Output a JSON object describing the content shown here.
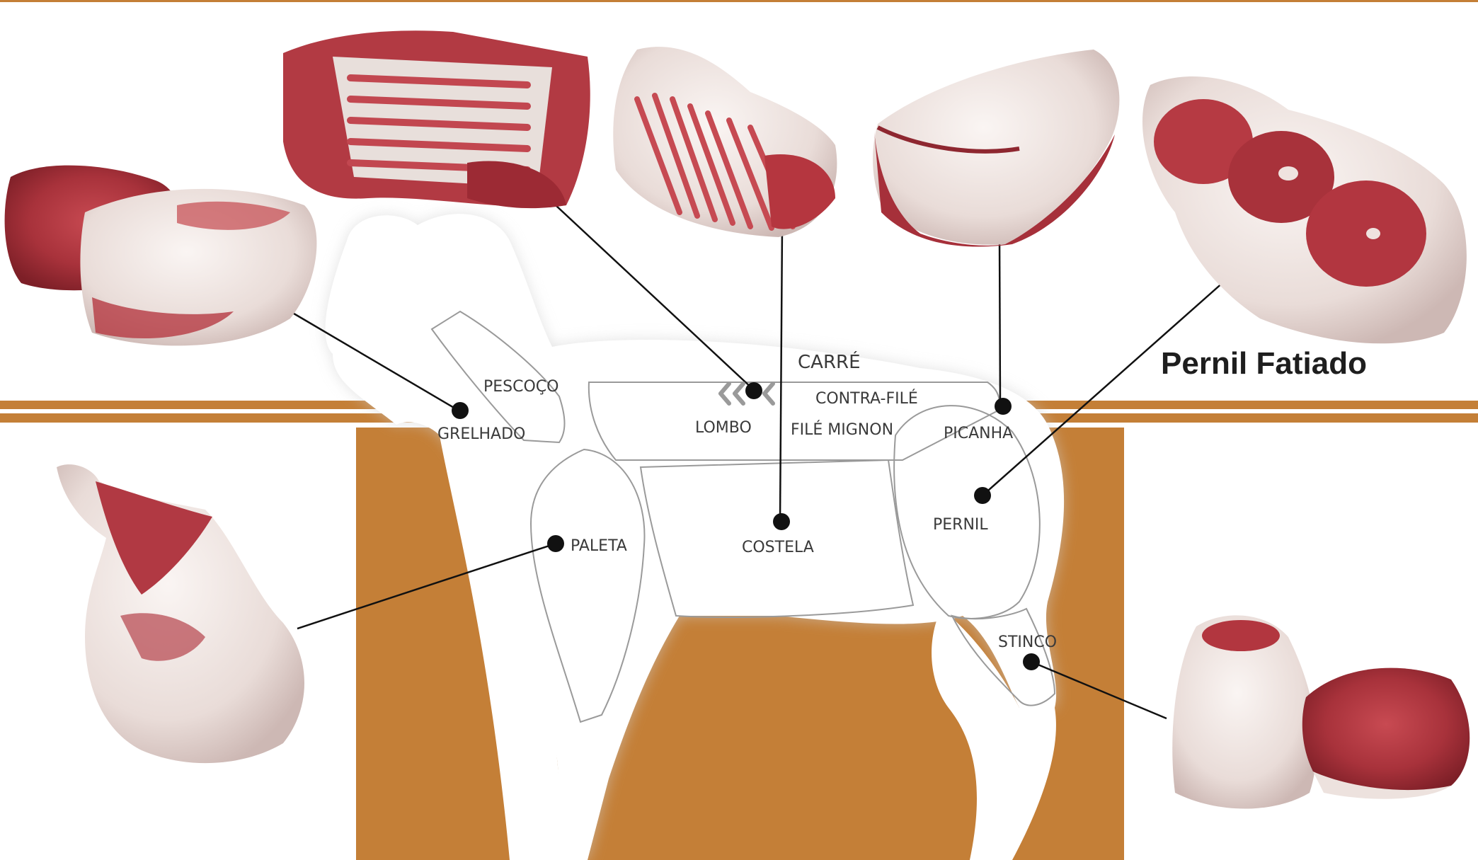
{
  "colors": {
    "brand_orange": "#c47f37",
    "outline_gray": "#9a9a9a",
    "meat_red": "#b3343c",
    "fat_white": "#efe6e2",
    "callout_dot": "#111111"
  },
  "cuts": {
    "pescoco": "PESCOÇO",
    "grelhado": "GRELHADO",
    "carre": "CARRÉ",
    "contra_file": "CONTRA-FILÉ",
    "lombo": "LOMBO",
    "file_mignon": "FILÉ MIGNON",
    "picanha": "PICANHA",
    "pernil": "PERNIL",
    "paleta": "PALETA",
    "costela": "COSTELA",
    "stinco": "STINCO"
  },
  "photo_title": "Pernil Fatiado",
  "icons": [
    "double-chevron-left-icon"
  ]
}
